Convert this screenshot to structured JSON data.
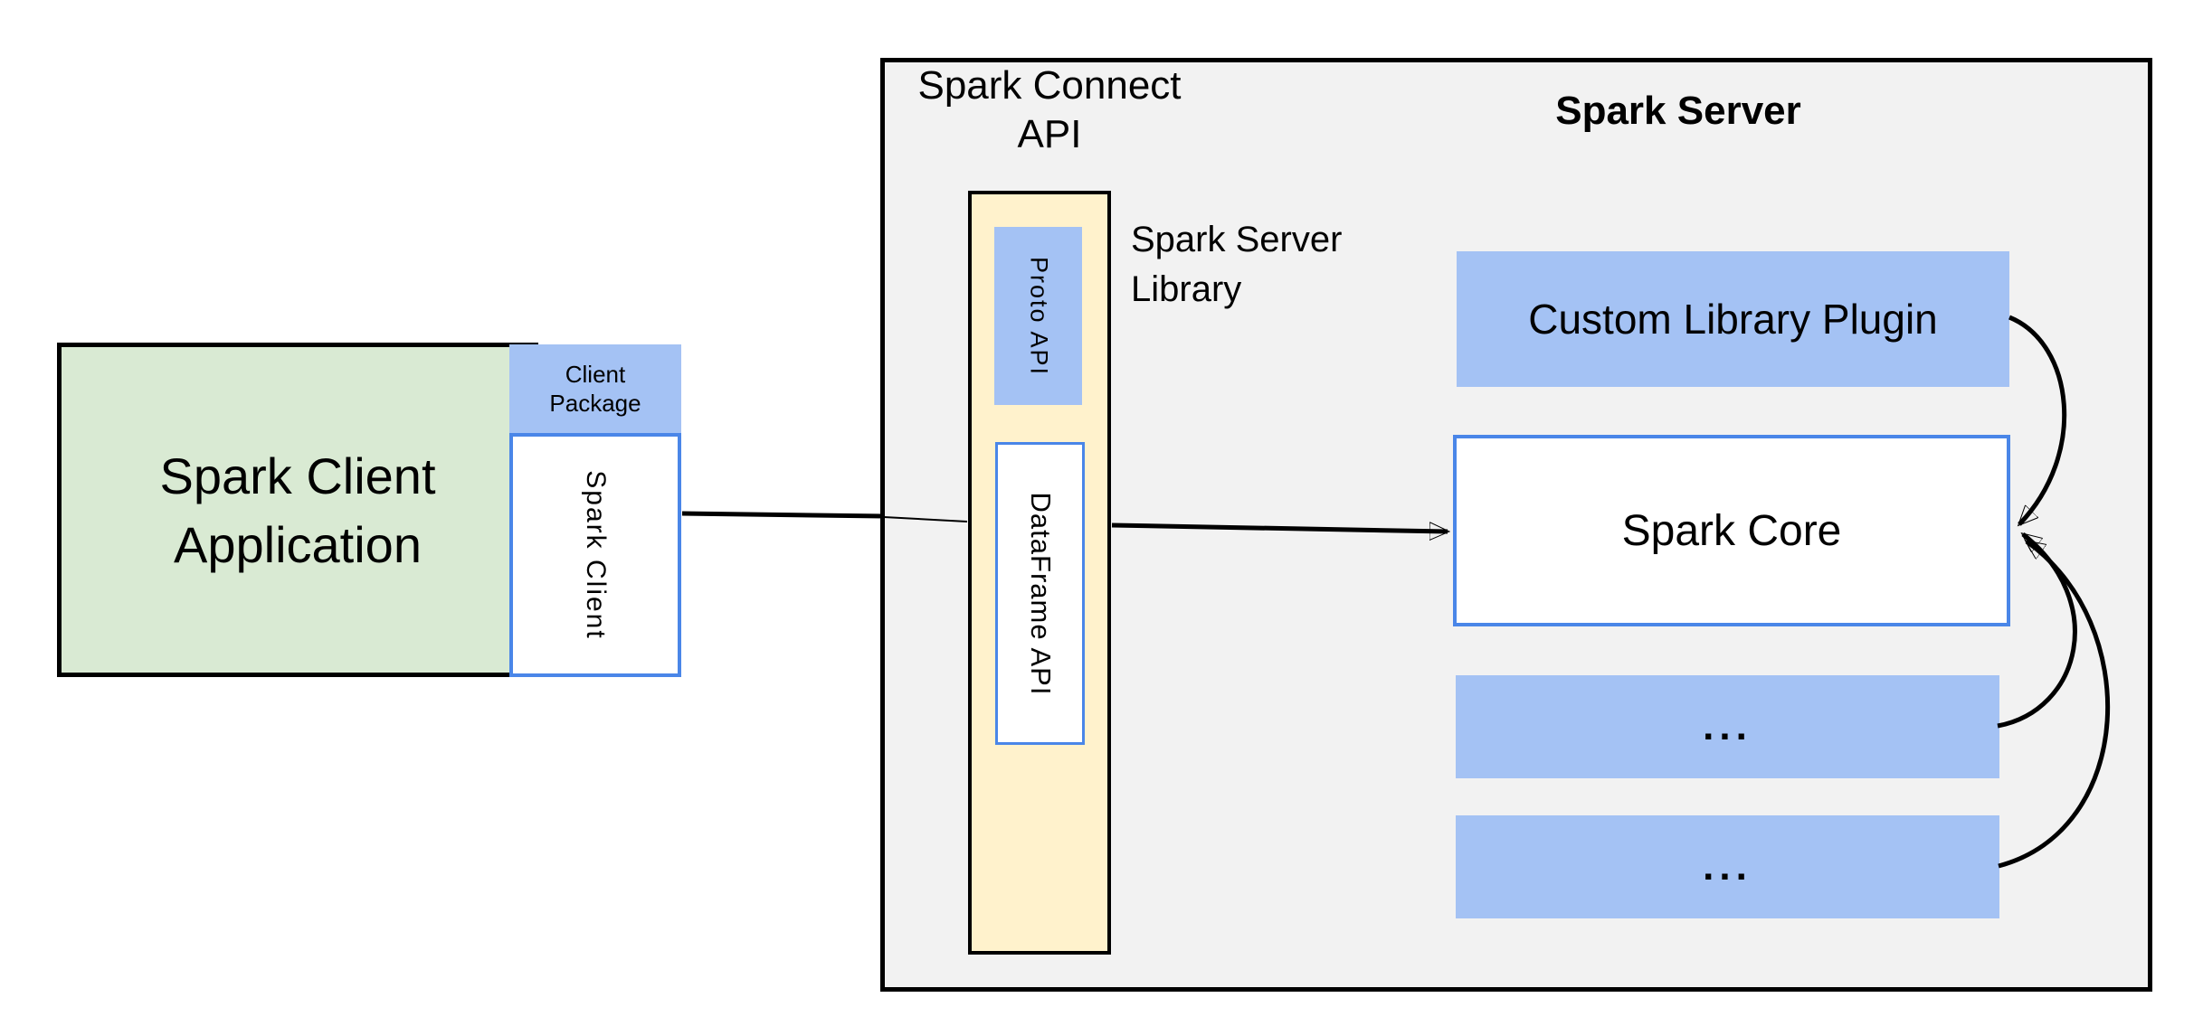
{
  "client": {
    "app_label": "Spark Client\nApplication",
    "package_label": "Client\nPackage",
    "spark_client_label": "Spark Client"
  },
  "connect": {
    "title": "Spark Connect\nAPI",
    "proto_api_label": "Proto API",
    "dataframe_api_label": "DataFrame API",
    "server_library_label": "Spark Server\nLibrary"
  },
  "server": {
    "title": "Spark Server",
    "custom_plugin_label": "Custom Library Plugin",
    "spark_core_label": "Spark Core",
    "ellipsis_box_1_label": "...",
    "ellipsis_box_2_label": "..."
  },
  "colors": {
    "background": "#ffffff",
    "server_box_fill": "#f2f2f2",
    "client_app_fill": "#d9ead3",
    "connect_bar_fill": "#fff2cc",
    "blue_fill": "#a4c2f4",
    "blue_border": "#4a86e8",
    "line_color": "#000000",
    "text_color": "#000000"
  }
}
